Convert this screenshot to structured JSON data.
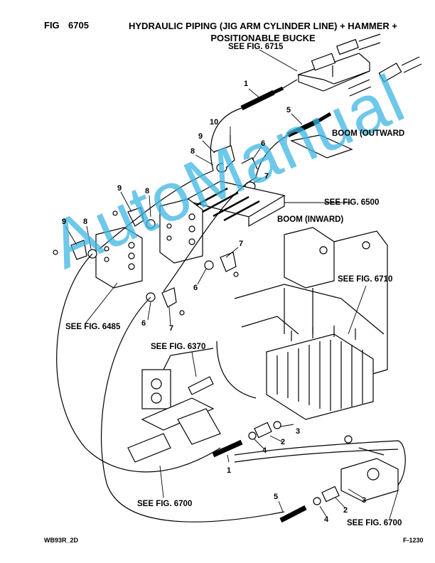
{
  "header": {
    "fig_label": "FIG",
    "fig_number": "6705"
  },
  "title": {
    "line1": "HYDRAULIC PIPING (JIG ARM CYLINDER LINE) + HAMMER +",
    "line2": "POSITIONABLE BUCKE"
  },
  "callouts": {
    "see_6715": "SEE FIG. 6715",
    "boom_outward": "BOOM (OUTWARD",
    "see_6500": "SEE FIG. 6500",
    "boom_inward": "BOOM (INWARD)",
    "see_6710": "SEE FIG. 6710",
    "see_6485": "SEE FIG. 6485",
    "see_6370": "SEE FIG. 6370",
    "see_6700_a": "SEE FIG. 6700",
    "see_6700_b": "SEE FIG. 6700"
  },
  "part_numbers": [
    "1",
    "10",
    "9",
    "8",
    "5",
    "6",
    "7",
    "9",
    "8",
    "9",
    "8",
    "7",
    "6",
    "6",
    "7",
    "3",
    "2",
    "4",
    "1",
    "5",
    "4",
    "2",
    "3"
  ],
  "watermark": "AutoManual",
  "footer": {
    "model": "WB93R_2D",
    "page": "F-1230"
  }
}
